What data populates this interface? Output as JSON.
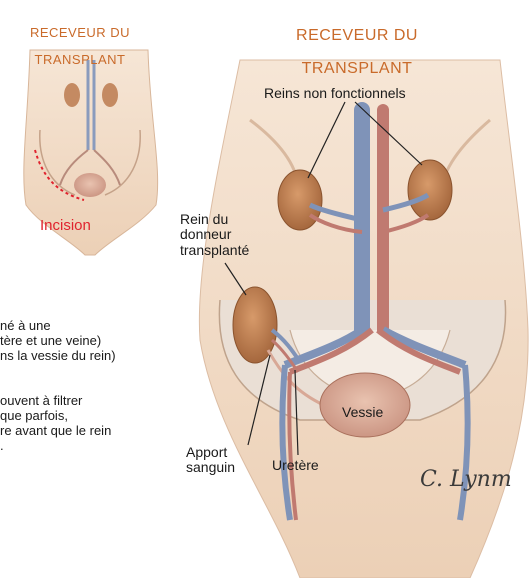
{
  "figure": {
    "left_panel": {
      "title_line1": "RECEVEUR DU",
      "title_line2": "TRANSPLANT",
      "incision_label": "Incision"
    },
    "right_panel": {
      "title_line1": "RECEVEUR DU",
      "title_line2": "TRANSPLANT",
      "labels": {
        "nonfunctional_kidneys": "Reins non fonctionnels",
        "donor_kidney_line1": "Rein du",
        "donor_kidney_line2": "donneur",
        "donor_kidney_line3": "transplanté",
        "bladder": "Vessie",
        "blood_supply_line1": "Apport",
        "blood_supply_line2": "sanguin",
        "ureter": "Uretère"
      },
      "signature": "C. Lynm"
    },
    "body_text": {
      "line1": "né à une",
      "line2": "tère et une veine)",
      "line3": "ns la vessie du rein)",
      "line4": "ouvent à filtrer",
      "line5": "que parfois,",
      "line6": "re avant que le rein",
      "line7": "."
    },
    "colors": {
      "title": "#c96a2a",
      "incision": "#e0242e",
      "skin": "#f1d9c2",
      "kidney": "#b9784a",
      "vein": "#7f93b8",
      "artery": "#c07a70"
    }
  }
}
